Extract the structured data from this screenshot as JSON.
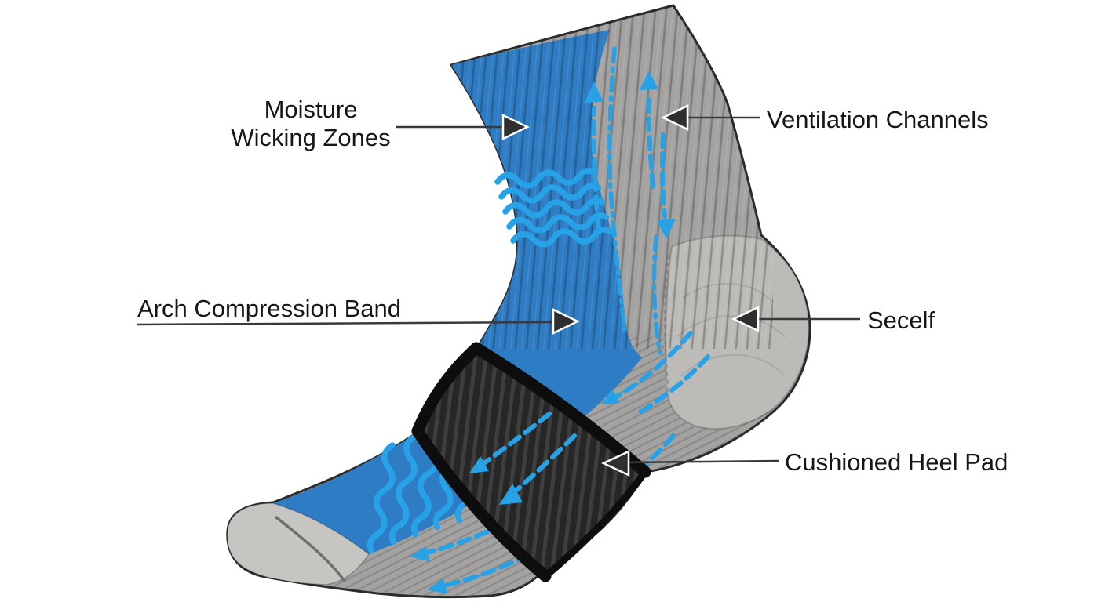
{
  "diagram": {
    "type": "annotated-product-diagram",
    "subject": "athletic sock feature diagram",
    "background": "#ffffff",
    "colors": {
      "sock_gray": "#a5a3a1",
      "sock_blue": "#2e7cc3",
      "heel_gray": "#bcbbb8",
      "toe_gray": "#c6c5c2",
      "sole_gray": "#aeacaa",
      "band_black": "#262626",
      "accent_blue": "#28a2e6",
      "label_text": "#161616",
      "leader_line": "#3a3a3a",
      "outline": "#2b2b2b"
    },
    "labels": {
      "moisture_wicking": {
        "line1": "Moisture",
        "line2": "Wicking Zones"
      },
      "ventilation": {
        "text": "Ventilation Channels"
      },
      "arch_band": {
        "text": "Arch Compression Band"
      },
      "heel": {
        "text": "Secelf"
      },
      "cushioned_heel": {
        "text": "Cushioned Heel Pad"
      }
    }
  }
}
